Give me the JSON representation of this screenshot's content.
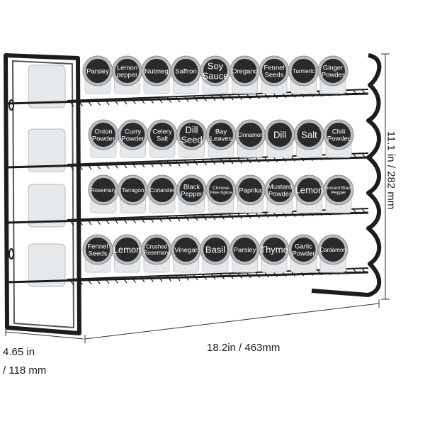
{
  "dimensions": {
    "width": "18.2in / 463mm",
    "depth_line1": "4.65 in",
    "depth_line2": "/ 118 mm",
    "height": "11.1 in / 282 mm"
  },
  "colors": {
    "rack": "#1c1c1c",
    "lid": "#2a2a2a",
    "lid_ring": "#b9bcbf",
    "glass": "#e6e9ec",
    "dimension_line": "#333333"
  },
  "rows": [
    {
      "jars": [
        "Parsley",
        "Lemon pepper",
        "Nutmeg",
        "Saffron",
        "Soy Sauce",
        "Oregano",
        "Fennel Seeds",
        "Turmeric",
        "Ginger Powder"
      ]
    },
    {
      "jars": [
        "Onion Powder",
        "Curry Powder",
        "Celery Salt",
        "Dill Seed",
        "Bay Leaves",
        "Cinnamon",
        "Dill",
        "Salt",
        "Chili Powder"
      ]
    },
    {
      "jars": [
        "Rosemary",
        "Tarragon",
        "Coriander",
        "Black Pepper",
        "Chinese Five-Spice",
        "Paprika",
        "Mustard Powder",
        "Lemon",
        "Ground Black Pepper"
      ]
    },
    {
      "jars": [
        "Fennel Seeds",
        "Lemon",
        "Crushed Rosemary",
        "Vinegar",
        "Basil",
        "Parsley",
        "Thyme",
        "Garlic Powder",
        "Cardamon"
      ]
    }
  ]
}
